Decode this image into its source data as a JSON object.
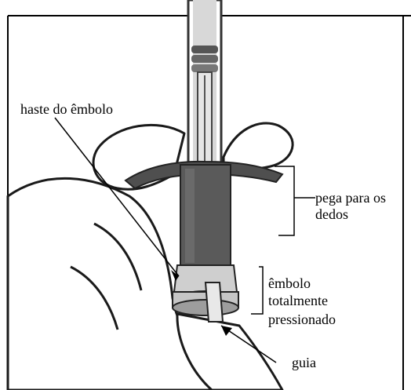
{
  "labels": {
    "plunger_rod": "haste do êmbolo",
    "finger_grip_line1": "pega para os",
    "finger_grip_line2": "dedos",
    "plunger_line1": "êmbolo",
    "plunger_line2": "totalmente",
    "plunger_line3": "pressionado",
    "guide": "guia"
  },
  "colors": {
    "line": "#000000",
    "syringe_body": "#5a5a5a",
    "syringe_dark": "#2f2f2f",
    "barrel_light": "#c8c8c8",
    "skin_outline": "#1a1a1a"
  }
}
